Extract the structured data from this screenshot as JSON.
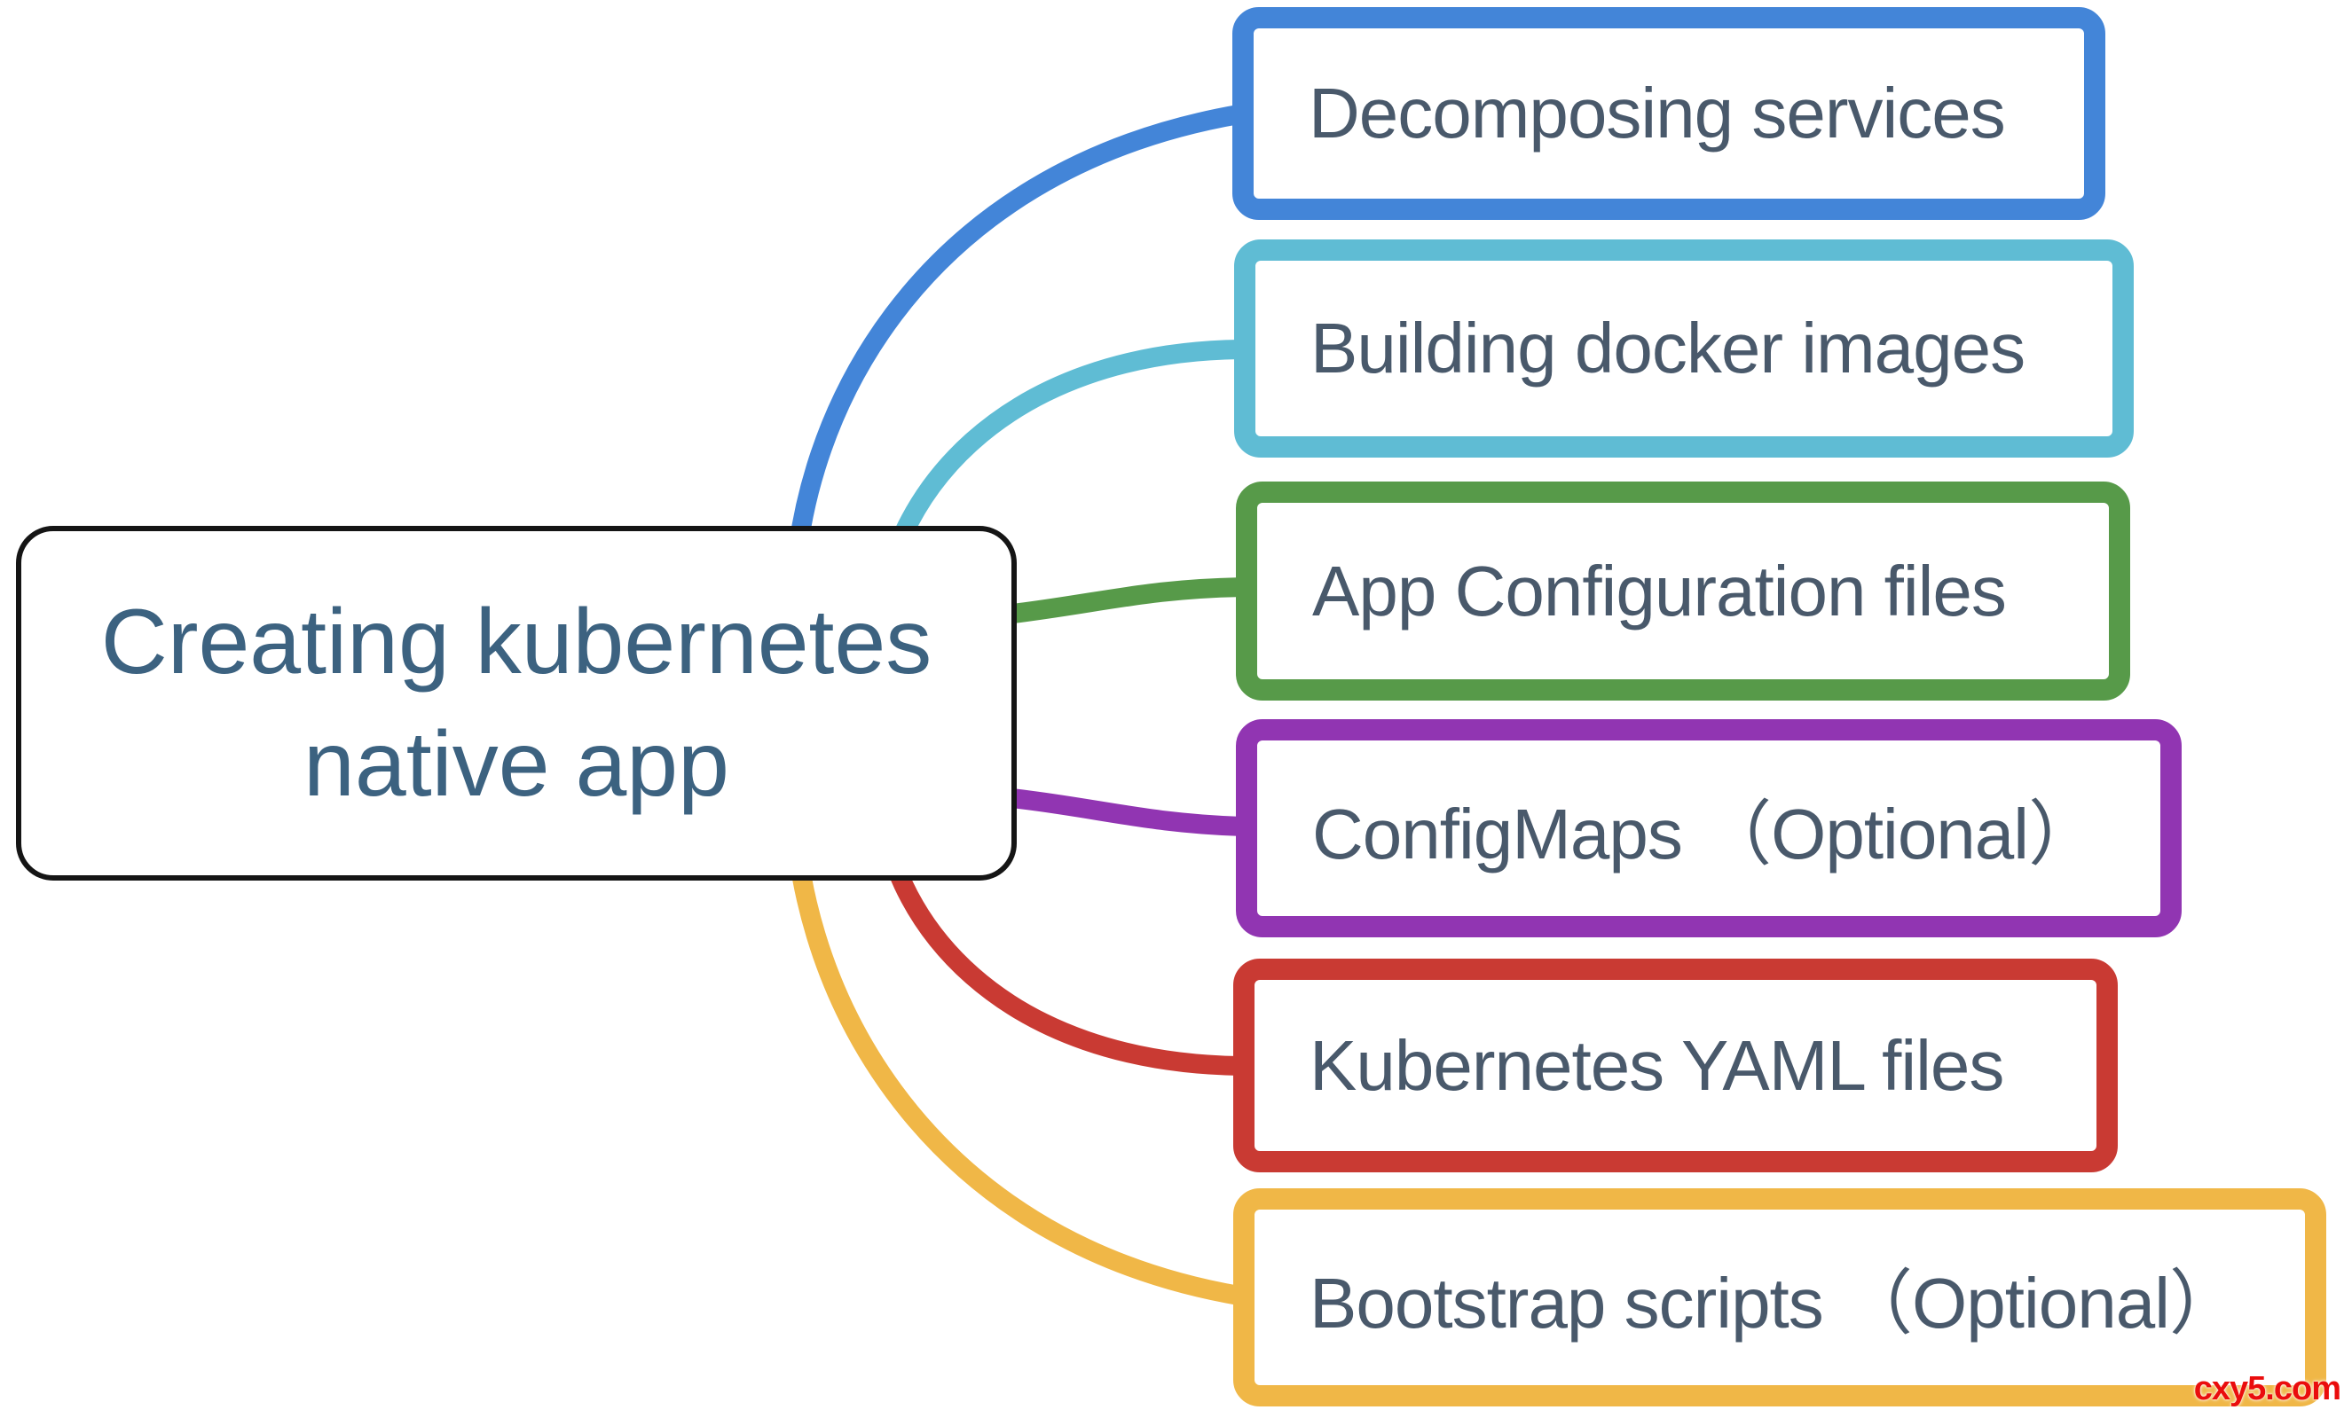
{
  "diagram": {
    "type": "mindmap",
    "center": {
      "label": "Creating kubernetes native app",
      "line1": "Creating kubernetes",
      "line2": "native app",
      "border_color": "#151515",
      "text_color": "#3c6280"
    },
    "branches": [
      {
        "label": "Decomposing services",
        "color": "#4385d8"
      },
      {
        "label": "Building docker images",
        "color": "#5fbcd4"
      },
      {
        "label": "App Configuration files",
        "color": "#579a49"
      },
      {
        "label": "ConfigMaps （Optional）",
        "color": "#9135b2"
      },
      {
        "label": "Kubernetes YAML files",
        "color": "#c93a33"
      },
      {
        "label": "Bootstrap scripts （Optional）",
        "color": "#f0b747"
      }
    ],
    "branch_text_color": "#49596b",
    "background_color": "#ffffff",
    "watermark": {
      "text": "cxy5.com",
      "color": "#ea0d0d"
    }
  }
}
